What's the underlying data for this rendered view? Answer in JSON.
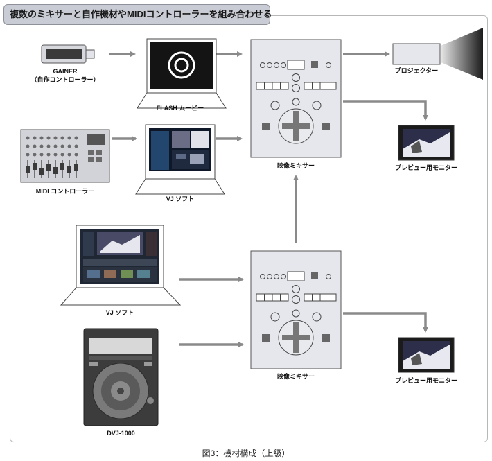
{
  "title": "複数のミキサーと自作機材やMIDIコントローラーを組み合わせる",
  "caption": "図3：機材構成（上級）",
  "devices": {
    "gainer": "GAINER",
    "gainer_sub": "（自作コントローラー）",
    "flash": "FLASH ムービー",
    "midi": "MIDI コントローラー",
    "vj_soft_top": "VJ ソフト",
    "mixer_top": "映像ミキサー",
    "projector": "プロジェクター",
    "preview_top": "プレビュー用モニター",
    "vj_soft_bottom": "VJ ソフト",
    "dvj": "DVJ-1000",
    "mixer_bottom": "映像ミキサー",
    "preview_bottom": "プレビュー用モニター"
  },
  "colors": {
    "arrow": "#8a8a8a",
    "device_fill": "#e6e7ec",
    "device_stroke": "#555555",
    "frame": "#b7b7b7"
  }
}
